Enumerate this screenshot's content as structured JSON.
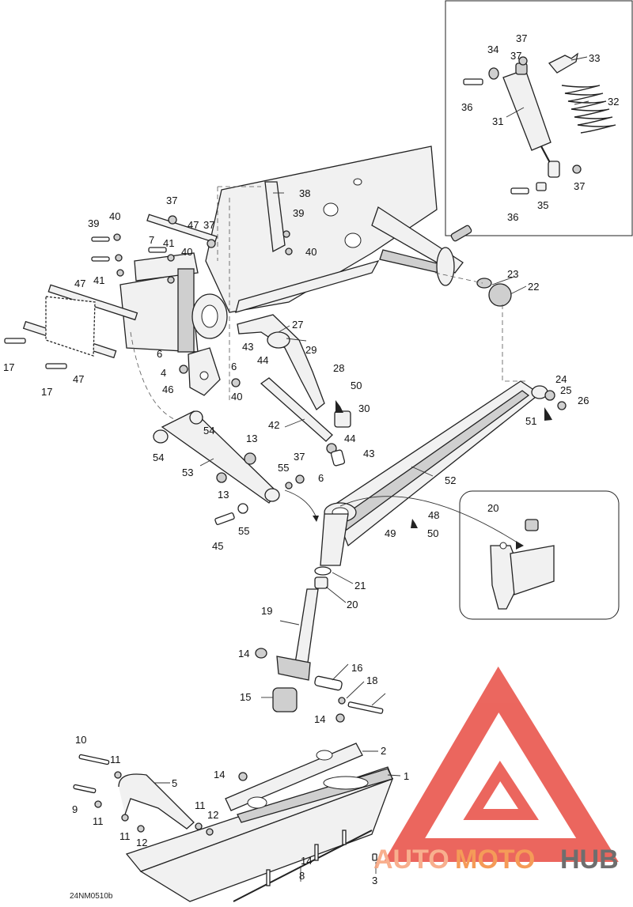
{
  "diagram": {
    "drawing_code": "24NM0510b",
    "watermark": {
      "auto": "AUTO",
      "moto": "MOTO",
      "hub": "HUB",
      "colors": {
        "triangle": "#e84c43",
        "auto": "#f7a27b",
        "moto": "#f48a3c",
        "hub": "#555555"
      }
    },
    "callouts": [
      "1",
      "2",
      "3",
      "4",
      "5",
      "6",
      "6",
      "6",
      "7",
      "8",
      "9",
      "10",
      "11",
      "11",
      "11",
      "11",
      "12",
      "12",
      "13",
      "13",
      "14",
      "14",
      "14",
      "14",
      "15",
      "16",
      "17",
      "17",
      "18",
      "19",
      "20",
      "20",
      "21",
      "22",
      "23",
      "24",
      "25",
      "26",
      "27",
      "28",
      "29",
      "30",
      "31",
      "32",
      "33",
      "34",
      "35",
      "36",
      "36",
      "37",
      "37",
      "37",
      "37",
      "37",
      "37",
      "38",
      "39",
      "39",
      "40",
      "40",
      "40",
      "40",
      "41",
      "41",
      "42",
      "43",
      "43",
      "44",
      "44",
      "45",
      "46",
      "47",
      "47",
      "47",
      "48",
      "49",
      "50",
      "50",
      "51",
      "52",
      "53",
      "54",
      "54",
      "55",
      "55"
    ]
  }
}
